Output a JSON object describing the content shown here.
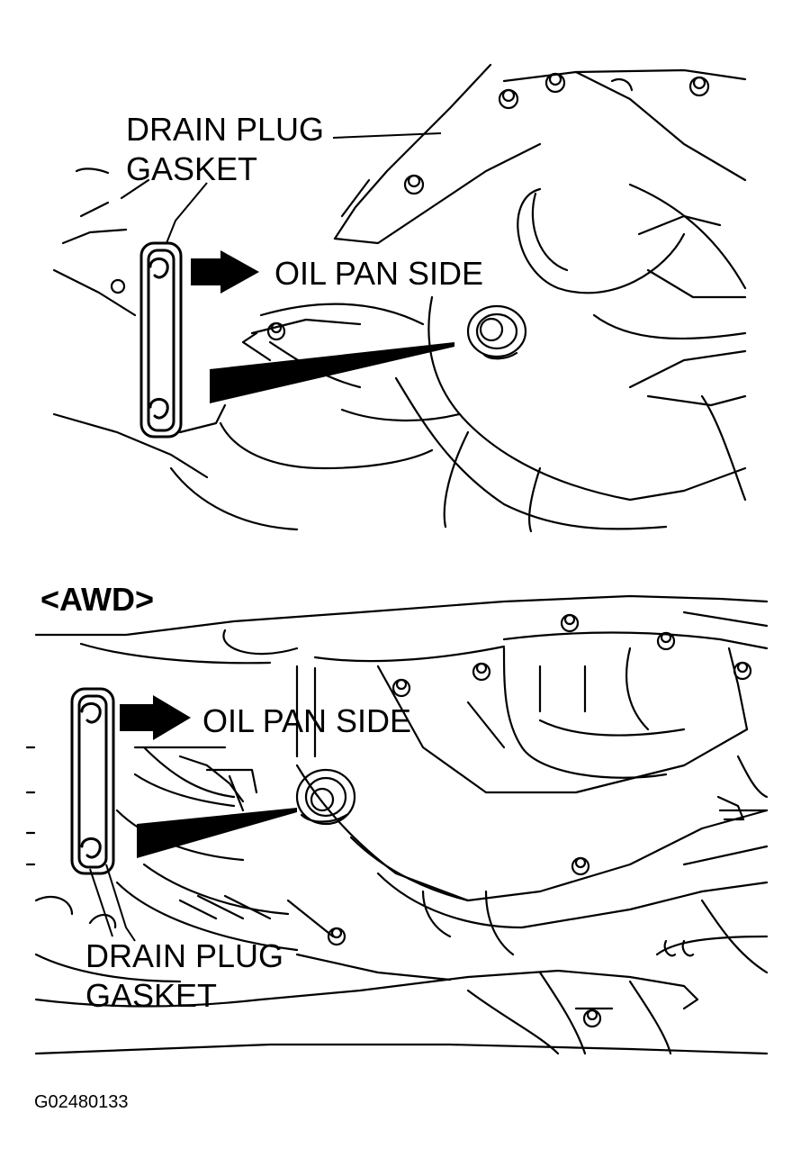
{
  "top_panel": {
    "callout_label_line1": "DRAIN PLUG",
    "callout_label_line2": "GASKET",
    "direction_label": "OIL PAN SIDE"
  },
  "bottom_panel": {
    "heading": "<AWD>",
    "direction_label": "OIL PAN SIDE",
    "callout_label_line1": "DRAIN PLUG",
    "callout_label_line2": "GASKET"
  },
  "figure_code": "G02480133",
  "colors": {
    "ink": "#000000",
    "paper": "#ffffff"
  }
}
